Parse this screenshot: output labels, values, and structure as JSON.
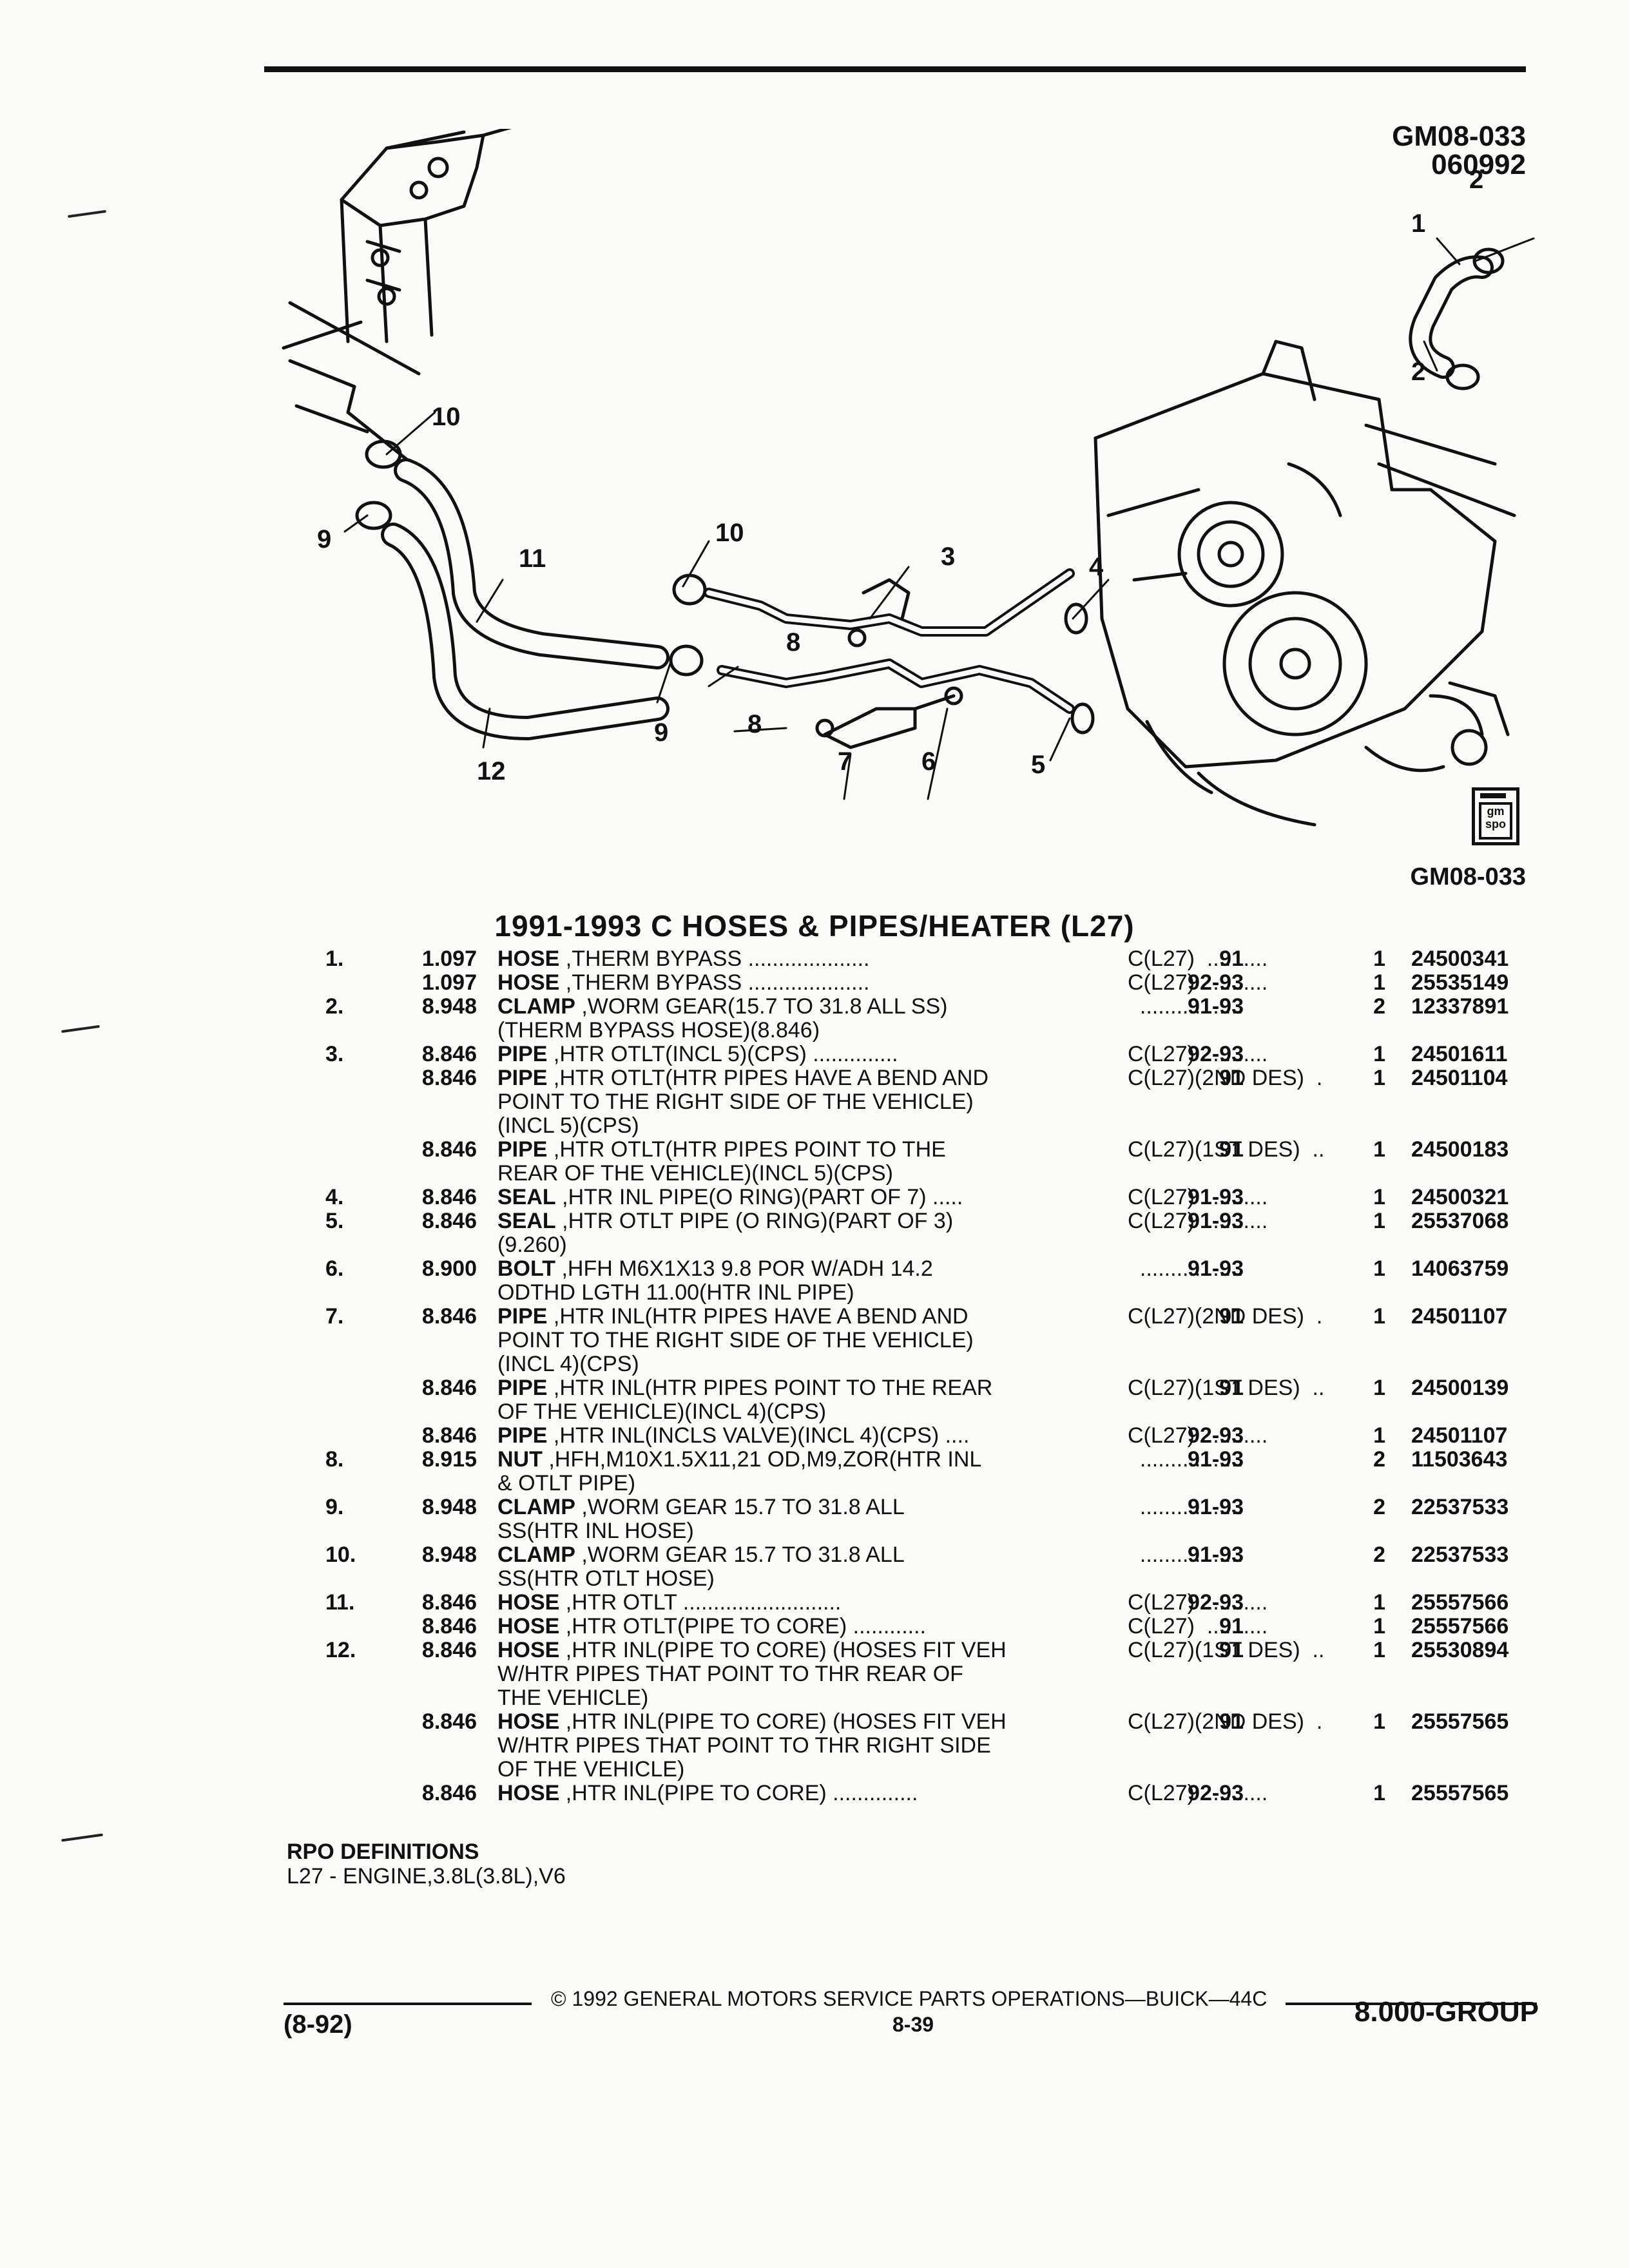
{
  "header": {
    "drawing_code": "GM08-033",
    "date_code": "060992"
  },
  "diagram": {
    "callouts": [
      "1",
      "2",
      "2",
      "3",
      "4",
      "5",
      "6",
      "7",
      "8",
      "8",
      "9",
      "9",
      "10",
      "10",
      "11",
      "12"
    ],
    "caption": "GM08-033",
    "logo_text": "gm spo"
  },
  "section_title": "1991-1993 C HOSES & PIPES/HEATER (L27)",
  "parts": [
    {
      "item": "1.",
      "code": "1.097",
      "noun": "HOSE",
      "desc": " ,THERM BYPASS ....................",
      "year": "91",
      "usage": "C(L27)  ..........",
      "qty": "1",
      "part": "24500341"
    },
    {
      "item": "",
      "code": "1.097",
      "noun": "HOSE",
      "desc": " ,THERM BYPASS ....................",
      "year": "92-93",
      "usage": "C(L27)  ..........",
      "qty": "1",
      "part": "25535149"
    },
    {
      "item": "2.",
      "code": "8.948",
      "noun": "CLAMP",
      "desc": " ,WORM GEAR(15.7 TO 31.8 ALL SS)\n(THERM BYPASS HOSE)(8.846)",
      "year": "91-93",
      "usage": "  .................",
      "qty": "2",
      "part": "12337891"
    },
    {
      "item": "3.",
      "code": "8.846",
      "noun": "PIPE",
      "desc": " ,HTR OTLT(INCL 5)(CPS) ..............",
      "year": "92-93",
      "usage": "C(L27)  ..........",
      "qty": "1",
      "part": "24501611"
    },
    {
      "item": "",
      "code": "8.846",
      "noun": "PIPE",
      "desc": " ,HTR OTLT(HTR PIPES HAVE A BEND AND\nPOINT TO THE RIGHT SIDE OF THE VEHICLE)\n(INCL 5)(CPS)",
      "year": "91",
      "usage": "C(L27)(2ND DES)  .",
      "qty": "1",
      "part": "24501104"
    },
    {
      "item": "",
      "code": "8.846",
      "noun": "PIPE",
      "desc": " ,HTR OTLT(HTR PIPES POINT TO THE\nREAR OF THE VEHICLE)(INCL 5)(CPS)",
      "year": "91",
      "usage": "C(L27)(1ST DES)  ..",
      "qty": "1",
      "part": "24500183"
    },
    {
      "item": "4.",
      "code": "8.846",
      "noun": "SEAL",
      "desc": " ,HTR INL PIPE(O RING)(PART OF 7) .....",
      "year": "91-93",
      "usage": "C(L27)  ..........",
      "qty": "1",
      "part": "24500321"
    },
    {
      "item": "5.",
      "code": "8.846",
      "noun": "SEAL",
      "desc": " ,HTR OTLT PIPE (O RING)(PART OF 3)\n(9.260)",
      "year": "91-93",
      "usage": "C(L27)  ..........",
      "qty": "1",
      "part": "25537068"
    },
    {
      "item": "6.",
      "code": "8.900",
      "noun": "BOLT",
      "desc": " ,HFH M6X1X13 9.8 POR W/ADH 14.2\nODTHD LGTH 11.00(HTR INL PIPE)",
      "year": "91-93",
      "usage": "  .................",
      "qty": "1",
      "part": "14063759"
    },
    {
      "item": "7.",
      "code": "8.846",
      "noun": "PIPE",
      "desc": " ,HTR INL(HTR PIPES HAVE A BEND AND\nPOINT TO THE RIGHT SIDE OF THE VEHICLE)\n(INCL 4)(CPS)",
      "year": "91",
      "usage": "C(L27)(2ND DES)  .",
      "qty": "1",
      "part": "24501107"
    },
    {
      "item": "",
      "code": "8.846",
      "noun": "PIPE",
      "desc": " ,HTR INL(HTR PIPES POINT TO THE REAR\nOF THE VEHICLE)(INCL 4)(CPS)",
      "year": "91",
      "usage": "C(L27)(1ST DES)  ..",
      "qty": "1",
      "part": "24500139"
    },
    {
      "item": "",
      "code": "8.846",
      "noun": "PIPE",
      "desc": " ,HTR INL(INCLS VALVE)(INCL 4)(CPS) ....",
      "year": "92-93",
      "usage": "C(L27)  ..........",
      "qty": "1",
      "part": "24501107"
    },
    {
      "item": "8.",
      "code": "8.915",
      "noun": "NUT",
      "desc": " ,HFH,M10X1.5X11,21 OD,M9,ZOR(HTR INL\n& OTLT PIPE)",
      "year": "91-93",
      "usage": "  .................",
      "qty": "2",
      "part": "11503643"
    },
    {
      "item": "9.",
      "code": "8.948",
      "noun": "CLAMP",
      "desc": " ,WORM GEAR 15.7 TO 31.8 ALL\nSS(HTR INL HOSE)",
      "year": "91-93",
      "usage": "  .................",
      "qty": "2",
      "part": "22537533"
    },
    {
      "item": "10.",
      "code": "8.948",
      "noun": "CLAMP",
      "desc": " ,WORM GEAR 15.7 TO 31.8 ALL\nSS(HTR OTLT HOSE)",
      "year": "91-93",
      "usage": "  .................",
      "qty": "2",
      "part": "22537533"
    },
    {
      "item": "11.",
      "code": "8.846",
      "noun": "HOSE",
      "desc": " ,HTR OTLT ..........................",
      "year": "92-93",
      "usage": "C(L27)  ..........",
      "qty": "1",
      "part": "25557566"
    },
    {
      "item": "",
      "code": "8.846",
      "noun": "HOSE",
      "desc": " ,HTR OTLT(PIPE TO CORE) ............",
      "year": "91",
      "usage": "C(L27)  ..........",
      "qty": "1",
      "part": "25557566"
    },
    {
      "item": "12.",
      "code": "8.846",
      "noun": "HOSE",
      "desc": " ,HTR INL(PIPE TO CORE) (HOSES FIT VEH\nW/HTR PIPES THAT POINT TO THR REAR OF\nTHE VEHICLE)",
      "year": "91",
      "usage": "C(L27)(1ST DES)  ..",
      "qty": "1",
      "part": "25530894"
    },
    {
      "item": "",
      "code": "8.846",
      "noun": "HOSE",
      "desc": " ,HTR INL(PIPE TO CORE) (HOSES FIT VEH\nW/HTR PIPES THAT POINT TO THR RIGHT SIDE\nOF THE VEHICLE)",
      "year": "91",
      "usage": "C(L27)(2ND DES)  .",
      "qty": "1",
      "part": "25557565"
    },
    {
      "item": "",
      "code": "8.846",
      "noun": "HOSE",
      "desc": " ,HTR INL(PIPE TO CORE) ..............",
      "year": "92-93",
      "usage": "C(L27)  ..........",
      "qty": "1",
      "part": "25557565"
    }
  ],
  "rpo": {
    "heading": "RPO DEFINITIONS",
    "entry": "L27 - ENGINE,3.8L(3.8L),V6"
  },
  "footer": {
    "copyright": "© 1992 GENERAL MOTORS SERVICE PARTS OPERATIONS—BUICK—44C",
    "date_code": "(8-92)",
    "page": "8-39",
    "group": "8.000-GROUP"
  }
}
